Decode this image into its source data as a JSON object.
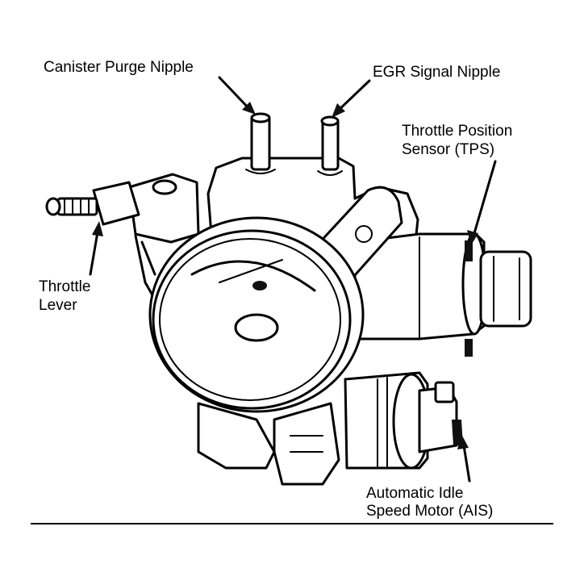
{
  "labels": {
    "canister": "Canister Purge Nipple",
    "egr": "EGR Signal Nipple",
    "tps_line1": "Throttle Position",
    "tps_line2": "Sensor (TPS)",
    "lever_line1": "Throttle",
    "lever_line2": "Lever",
    "ais_line1": "Automatic Idle",
    "ais_line2": "Speed Motor (AIS)"
  }
}
